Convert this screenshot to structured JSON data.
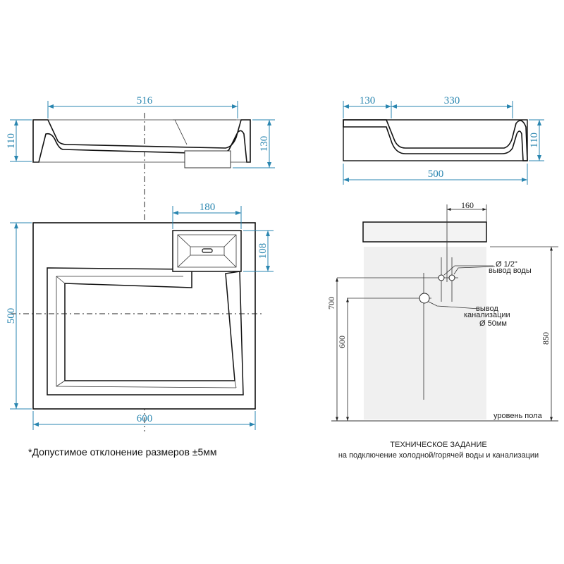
{
  "top_left_profile": {
    "width": "516",
    "left_height": "110",
    "right_height": "130"
  },
  "top_right_profile": {
    "left_width": "130",
    "basin_width": "330",
    "height": "110",
    "total_width": "500"
  },
  "plan_view": {
    "overflow_width": "180",
    "overflow_height": "108",
    "depth": "500",
    "width": "600"
  },
  "tolerance_note": "*Допустимое отклонение размеров ±5мм",
  "installation": {
    "offset": "160",
    "water_pipe_diameter": "Ø 1/2\"",
    "water_outlet": "вывод воды",
    "drain_outlet_line1": "вывод",
    "drain_outlet_line2": "канализации",
    "drain_diameter": "Ø 50мм",
    "water_height": "700",
    "drain_height": "600",
    "top_height": "850",
    "floor_level": "уровень пола",
    "title": "ТЕХНИЧЕСКОЕ ЗАДАНИЕ",
    "subtitle": "на подключение холодной/горячей воды и канализации"
  }
}
